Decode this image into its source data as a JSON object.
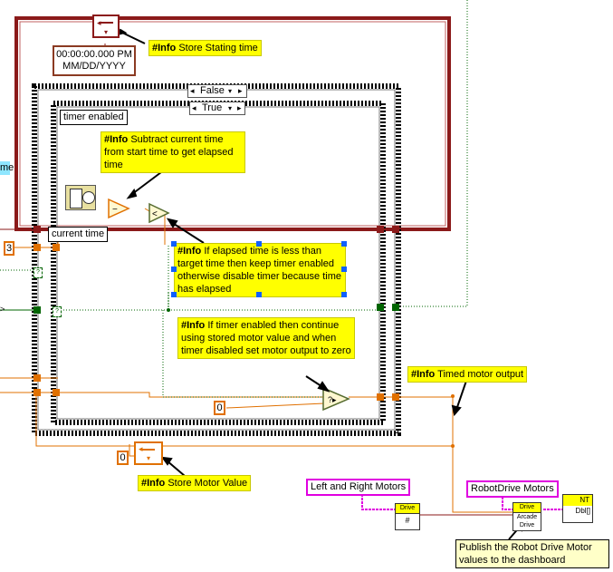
{
  "timestamp": {
    "time": "00:00:00.000 PM",
    "date": "MM/DD/YYYY"
  },
  "case_selectors": {
    "outer": "False",
    "inner": "True"
  },
  "labels": {
    "timer_enabled": "timer enabled",
    "current_time": "current time",
    "partial_left": "me",
    "constant_3": "3",
    "constant_0_inner": "0",
    "constant_0_outer": "0",
    "question": "?"
  },
  "notes": {
    "store_start": {
      "tag": "#Info",
      "text": " Store Stating time"
    },
    "subtract": {
      "tag": "#Info",
      "text": " Subtract current time from start time to get elapsed time"
    },
    "elapsed": {
      "tag": "#Info",
      "text": " If elapsed time is less than target time then keep timer enabled otherwise disable timer because time has elapsed"
    },
    "timer_enabled": {
      "tag": "#Info",
      "text": " If timer enabled then continue using stored motor value and when timer disabled set motor output to zero"
    },
    "timed_output": {
      "tag": "#Info",
      "text": " Timed motor output"
    },
    "store_motor": {
      "tag": "#Info",
      "text": " Store Motor Value"
    }
  },
  "pink_labels": {
    "left_right": "Left and Right Motors",
    "robotdrive": "RobotDrive Motors"
  },
  "vis": {
    "drive1": {
      "top": "Drive",
      "bottom": "#"
    },
    "drive2": {
      "top": "Drive",
      "line2": "Arcade",
      "line3": "Drive"
    },
    "nt": {
      "top": "NT",
      "bottom": "Dbl[]"
    }
  },
  "publish_note": "Publish the Robot Drive Motor values to the dashboard",
  "colors": {
    "wire_orange": "#e07000",
    "wire_pink": "#e000e0",
    "shift_reg": "#8b1a1a",
    "bool_green": "#006400",
    "note_yellow": "#ffff00"
  }
}
